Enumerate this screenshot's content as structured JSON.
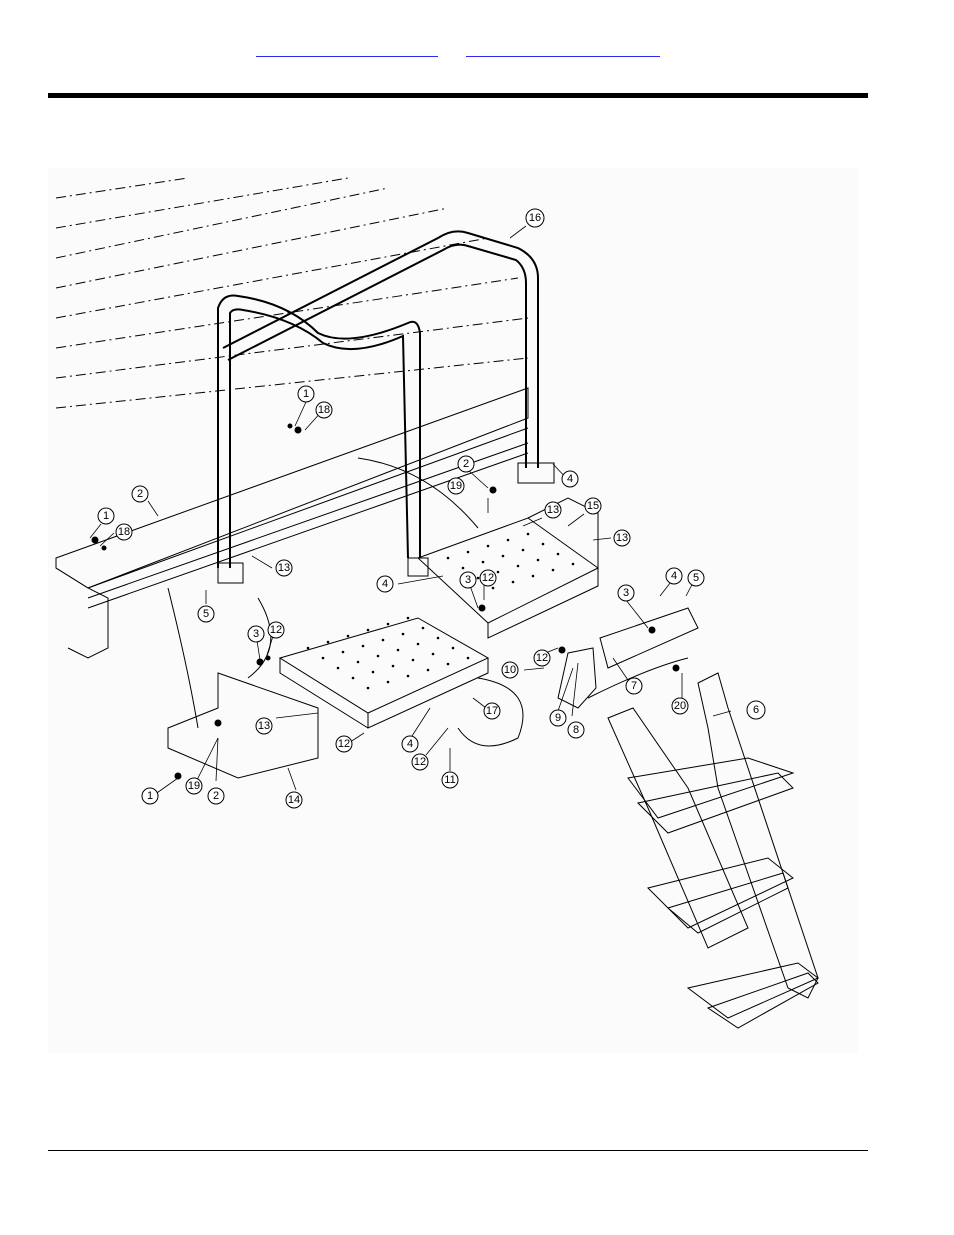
{
  "header": {
    "links": [
      "",
      ""
    ]
  },
  "diagram": {
    "callouts": [
      "1",
      "2",
      "3",
      "4",
      "5",
      "6",
      "7",
      "8",
      "9",
      "10",
      "11",
      "12",
      "13",
      "14",
      "15",
      "16",
      "17",
      "18",
      "19",
      "20"
    ],
    "c": {
      "c16": "16",
      "c1a": "1",
      "c18a": "18",
      "c2a": "2",
      "c4a": "4",
      "c19a": "19",
      "c13a": "13",
      "c15": "15",
      "c13b": "13",
      "c2b": "2",
      "c1b": "1",
      "c18b": "18",
      "c13c": "13",
      "c5a": "5",
      "c4b": "4",
      "c3a": "3",
      "c12a": "12",
      "c3b": "3",
      "c4c": "4",
      "c5b": "5",
      "c3c": "3",
      "c12b": "12",
      "c13d": "13",
      "c12c": "12",
      "c10": "10",
      "c7": "7",
      "c9": "9",
      "c8": "8",
      "c20": "20",
      "c6": "6",
      "c17": "17",
      "c4d": "4",
      "c12d": "12",
      "c11": "11",
      "c12e": "12",
      "c1c": "1",
      "c19b": "19",
      "c2c": "2",
      "c14": "14"
    }
  }
}
